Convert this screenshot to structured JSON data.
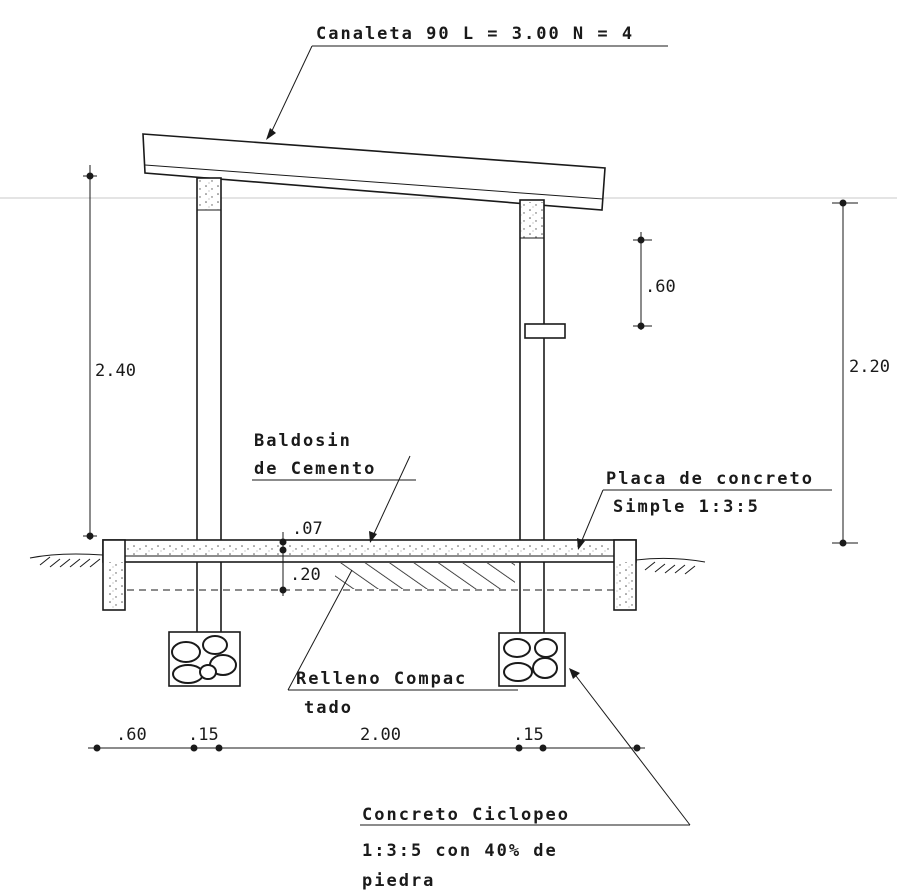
{
  "labels": {
    "canaleta": "Canaleta 90 L = 3.00 N = 4",
    "baldosin_1": "Baldosin",
    "baldosin_2": "de Cemento",
    "placa_1": "Placa de concreto",
    "placa_2": "Simple 1:3:5",
    "relleno_1": "Relleno Compac",
    "relleno_2": "tado",
    "ciclopeo_1": "Concreto Ciclopeo",
    "ciclopeo_2": "1:3:5 con 40% de",
    "ciclopeo_3": "piedra"
  },
  "dimensions": {
    "total_height": "2.40",
    "right_height": "2.20",
    "upper_gap": ".60",
    "slab_top": ".07",
    "slab_fill": ".20",
    "base_left": ".60",
    "column_left": ".15",
    "span": "2.00",
    "column_right": ".15"
  },
  "colors": {
    "ink": "#1a1a1a",
    "paper": "#ffffff"
  }
}
